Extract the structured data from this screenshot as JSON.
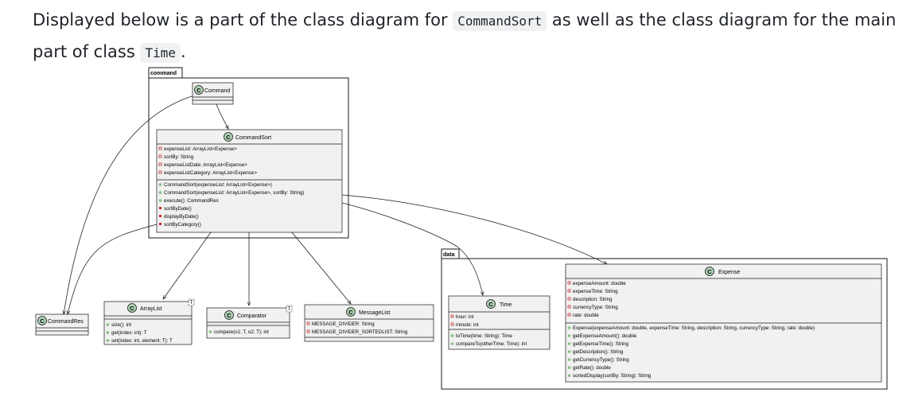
{
  "intro": {
    "part1": "Displayed below is a part of the class diagram for ",
    "code1": "CommandSort",
    "part2": " as well as the class diagram for the main part of class ",
    "code2": "Time",
    "part3": "."
  },
  "packages": {
    "command": "command",
    "data": "data"
  },
  "classes": {
    "command": {
      "name": "Command",
      "stereotype": "C"
    },
    "commandsort": {
      "name": "CommandSort",
      "stereotype": "C",
      "fields": [
        "expenseList: ArrayList<Expense>",
        "sortBy: String",
        "expenseListDate: ArrayList<Expense>",
        "expenseListCategory: ArrayList<Expense>"
      ],
      "methods": [
        "CommandSort(expenseList: ArrayList<Expense>)",
        "CommandSort(expenseList: ArrayList<Expense>, sortBy: String)",
        "execute(): CommandRes",
        "sortByDate()",
        "displayByDate()",
        "sortByCategory()"
      ]
    },
    "commandres": {
      "name": "CommandRes",
      "stereotype": "C"
    },
    "arraylist": {
      "name": "ArrayList",
      "stereotype": "C",
      "type_param": "T",
      "methods": [
        "size(): int",
        "get(index: int): T",
        "set(index: int, element: T): T"
      ]
    },
    "comparator": {
      "name": "Comparator",
      "stereotype": "C",
      "type_param": "T",
      "methods": [
        "compare(o1: T, o2: T): int"
      ]
    },
    "messagelist": {
      "name": "MessageList",
      "stereotype": "C",
      "fields": [
        "MESSAGE_DIVIDER: String",
        "MESSAGE_DIVIDER_SORTEDLIST: String"
      ]
    },
    "time": {
      "name": "Time",
      "stereotype": "C",
      "fields": [
        "hour: int",
        "minute: int"
      ],
      "methods": [
        "toTime(time: String): Time",
        "compareTo(otherTime: Time): int"
      ]
    },
    "expense": {
      "name": "Expense",
      "stereotype": "C",
      "fields": [
        "expenseAmount: double",
        "expenseTime: String",
        "description: String",
        "currencyType: String",
        "rate: double"
      ],
      "methods": [
        "Expense(expenseAmount: double, expenseTime: String, description: String, currencyType: String, rate: double)",
        "getExpenseAmount(): double",
        "getExpenseTime(): String",
        "getDescription(): String",
        "getCurrencyType(): String",
        "getRate(): double",
        "sortedDisplay(sortBy: String): String"
      ]
    }
  }
}
